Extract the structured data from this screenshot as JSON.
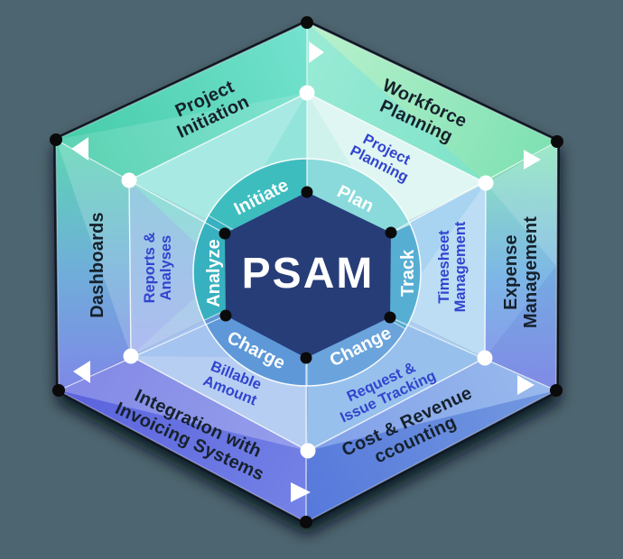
{
  "colors": {
    "background": "#4d6570",
    "center_hexagon": "#263d78",
    "blue_label": "#3244cf",
    "dark_label": "#16212c",
    "ring_initiate": "#3ebdbf",
    "ring_plan": "#8adadb",
    "ring_track": "#57aed3",
    "ring_change": "#6ba4dc",
    "ring_charge": "#5e98d8",
    "ring_analyze": "#37b1bf",
    "band_teal": "#57d5bd",
    "band_green": "#7de1b2",
    "band_blue": "#6f9de5",
    "band_purple": "#5a62dd"
  },
  "center": {
    "label": "PSAM"
  },
  "process_ring": {
    "initiate": "Initiate",
    "plan": "Plan",
    "track": "Track",
    "change": "Change",
    "charge": "Charge",
    "analyze": "Analyze"
  },
  "feature_ring": {
    "project_planning": {
      "lines": [
        "Project",
        "Planning"
      ]
    },
    "timesheet_management": {
      "lines": [
        "Timesheet",
        "Management"
      ]
    },
    "request_issue_tracking": {
      "lines": [
        "Request &",
        "Issue Tracking"
      ]
    },
    "billable_amount": {
      "lines": [
        "Billable",
        "Amount"
      ]
    },
    "reports_analyses": {
      "lines": [
        "Reports &",
        "Analyses"
      ]
    }
  },
  "module_ring": {
    "project_initiation": {
      "lines": [
        "Project",
        "Initiation"
      ]
    },
    "workforce_planning": {
      "lines": [
        "Workforce",
        "Planning"
      ]
    },
    "expense_management": {
      "lines": [
        "Expense",
        "Management"
      ]
    },
    "cost_revenue_accounting": {
      "lines": [
        "Cost & Revenue",
        "ccounting"
      ]
    },
    "integration_invoicing": {
      "lines": [
        "Integration with",
        "Invoicing Systems"
      ]
    },
    "dashboards": {
      "lines": [
        "Dashboards"
      ]
    }
  }
}
